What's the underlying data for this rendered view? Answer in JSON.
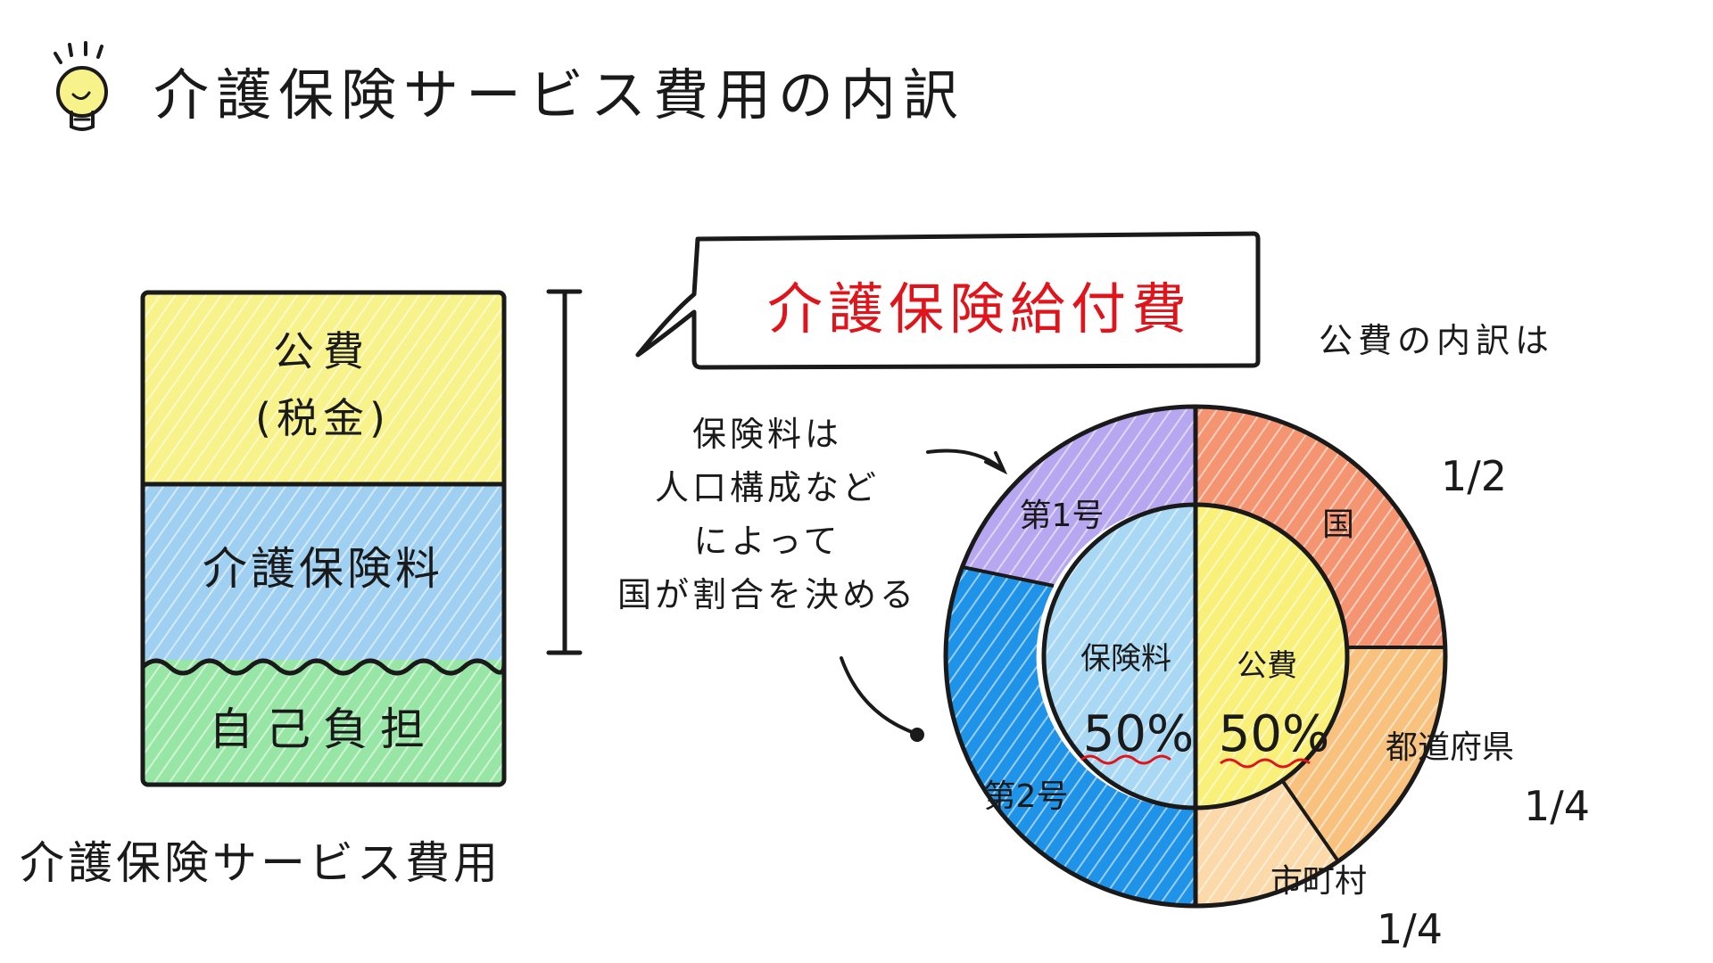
{
  "title": "介護保険サービス費用の内訳",
  "bar": {
    "segments": [
      {
        "line1": "公費",
        "line2": "(税金)",
        "color": "#f7f28a"
      },
      {
        "line1": "介護保険料",
        "color": "#9fd0f2"
      },
      {
        "line1": "自己負担",
        "color": "#98e6a6"
      }
    ],
    "caption": "介護保険サービス費用"
  },
  "callout": {
    "label": "介護保険給付費",
    "color": "#e0141b"
  },
  "note": {
    "lines": [
      "保険料は",
      "人口構成など",
      "によって",
      "国が割合を決める"
    ]
  },
  "donut": {
    "header": "公費の内訳は",
    "inner": [
      {
        "label": "保険料",
        "percent": "50%",
        "color": "#a9d8f5"
      },
      {
        "label": "公費",
        "percent": "50%",
        "color": "#f9f07a"
      }
    ],
    "outer": [
      {
        "label": "第1号",
        "color": "#b7a6f0"
      },
      {
        "label": "第2号",
        "color": "#1f93e8"
      },
      {
        "label": "国",
        "color": "#f59470"
      },
      {
        "label": "都道府県",
        "color": "#f8c27e"
      },
      {
        "label": "市町村",
        "color": "#fbd9a9"
      }
    ],
    "fractions": {
      "kuni": "1/2",
      "todofuken": "1/4",
      "shichoson": "1/4"
    },
    "accent": "#e0141b"
  }
}
